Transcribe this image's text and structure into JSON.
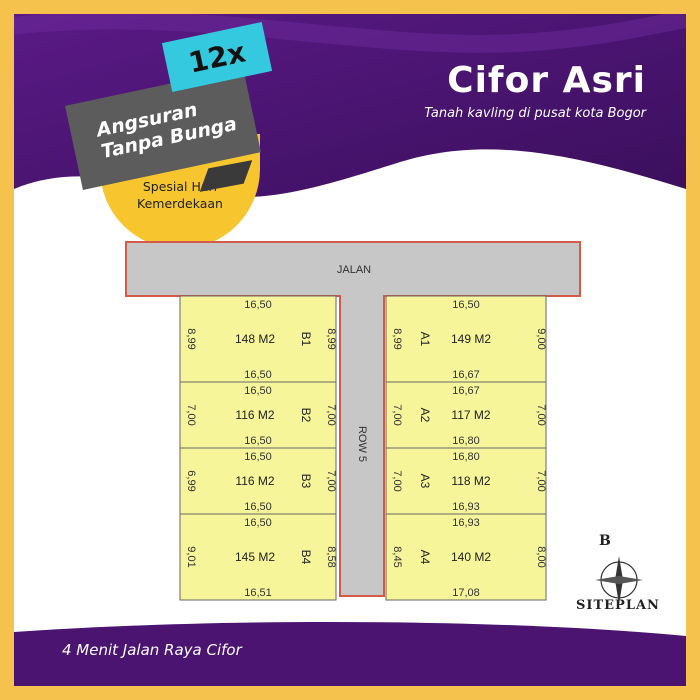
{
  "promo": {
    "badge": "12x",
    "banner_line1": "Angsuran",
    "banner_line2": "Tanpa Bunga",
    "special_line1": "Spesial Hari",
    "special_line2": "Kemerdekaan"
  },
  "header": {
    "title": "Cifor Asri",
    "subtitle": "Tanah kavling di pusat kota Bogor"
  },
  "siteplan": {
    "road_label": "JALAN",
    "row_label": "ROW 5",
    "lots_left": [
      {
        "id": "B1",
        "area": "148 M2",
        "top": "16,50",
        "bottom": "16,50",
        "left": "8,99",
        "right": "8,99"
      },
      {
        "id": "B2",
        "area": "116 M2",
        "top": "16,50",
        "bottom": "16,50",
        "left": "7,00",
        "right": "7,00"
      },
      {
        "id": "B3",
        "area": "116 M2",
        "top": "16,50",
        "bottom": "16,50",
        "left": "6,99",
        "right": "7,00"
      },
      {
        "id": "B4",
        "area": "145 M2",
        "top": "16,50",
        "bottom": "16,51",
        "left": "9,01",
        "right": "8,58"
      }
    ],
    "lots_right": [
      {
        "id": "A1",
        "area": "149 M2",
        "top": "16,50",
        "bottom": "16,67",
        "left": "8,99",
        "right": "9,00"
      },
      {
        "id": "A2",
        "area": "117 M2",
        "top": "16,67",
        "bottom": "16,80",
        "left": "7,00",
        "right": "7,00"
      },
      {
        "id": "A3",
        "area": "118 M2",
        "top": "16,80",
        "bottom": "16,93",
        "left": "7,00",
        "right": "7,00"
      },
      {
        "id": "A4",
        "area": "140 M2",
        "top": "16,93",
        "bottom": "17,08",
        "left": "8,45",
        "right": "8,00"
      }
    ]
  },
  "compass": {
    "letter": "B",
    "label": "SITEPLAN"
  },
  "footer": {
    "text": "4 Menit Jalan Raya Cifor"
  },
  "colors": {
    "purple": "#4a1470",
    "lot_fill": "#f6f59a",
    "road": "#c7c7c7",
    "gold": "#f4c24d"
  }
}
